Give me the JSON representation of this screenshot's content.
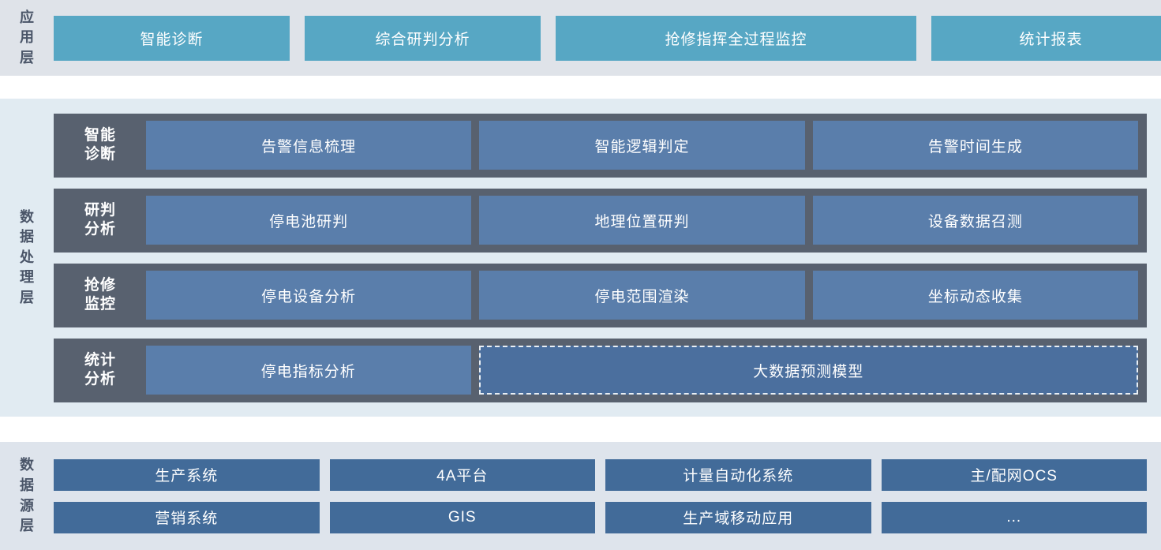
{
  "colors": {
    "app_box": "#57a7c4",
    "proc_row": "#58616f",
    "proc_box": "#5a7eab",
    "proc_box_dashed": "#4b6f9e",
    "src_box": "#426b99",
    "panel_app_bg": "#dfe3e9",
    "panel_proc_bg": "#e1ebf2",
    "panel_src_bg": "#dee4ec",
    "label_text": "#4a5568",
    "box_text": "#ffffff"
  },
  "layers": {
    "application": {
      "label": "应用层",
      "label_chars": [
        "应",
        "用",
        "层"
      ],
      "boxes": [
        {
          "label": "智能诊断"
        },
        {
          "label": "综合研判分析"
        },
        {
          "label": "抢修指挥全过程监控"
        },
        {
          "label": "统计报表"
        }
      ]
    },
    "processing": {
      "label": "数据处理层",
      "label_chars": [
        "数",
        "据",
        "处",
        "理",
        "层"
      ],
      "rows": [
        {
          "label_lines": [
            "智能",
            "诊断"
          ],
          "cells": [
            {
              "label": "告警信息梳理",
              "dashed": false
            },
            {
              "label": "智能逻辑判定",
              "dashed": false
            },
            {
              "label": "告警时间生成",
              "dashed": false
            }
          ]
        },
        {
          "label_lines": [
            "研判",
            "分析"
          ],
          "cells": [
            {
              "label": "停电池研判",
              "dashed": false
            },
            {
              "label": "地理位置研判",
              "dashed": false
            },
            {
              "label": "设备数据召测",
              "dashed": false
            }
          ]
        },
        {
          "label_lines": [
            "抢修",
            "监控"
          ],
          "cells": [
            {
              "label": "停电设备分析",
              "dashed": false
            },
            {
              "label": "停电范围渲染",
              "dashed": false
            },
            {
              "label": "坐标动态收集",
              "dashed": false
            }
          ]
        },
        {
          "label_lines": [
            "统计",
            "分析"
          ],
          "cells": [
            {
              "label": "停电指标分析",
              "dashed": false
            },
            {
              "label": "大数据预测模型",
              "dashed": true
            }
          ]
        }
      ]
    },
    "datasource": {
      "label": "数据源层",
      "label_chars": [
        "数",
        "据",
        "源",
        "层"
      ],
      "rows": [
        [
          {
            "label": "生产系统"
          },
          {
            "label": "4A平台"
          },
          {
            "label": "计量自动化系统"
          },
          {
            "label": "主/配网OCS"
          }
        ],
        [
          {
            "label": "营销系统"
          },
          {
            "label": "GIS"
          },
          {
            "label": "生产域移动应用"
          },
          {
            "label": "..."
          }
        ]
      ]
    }
  }
}
